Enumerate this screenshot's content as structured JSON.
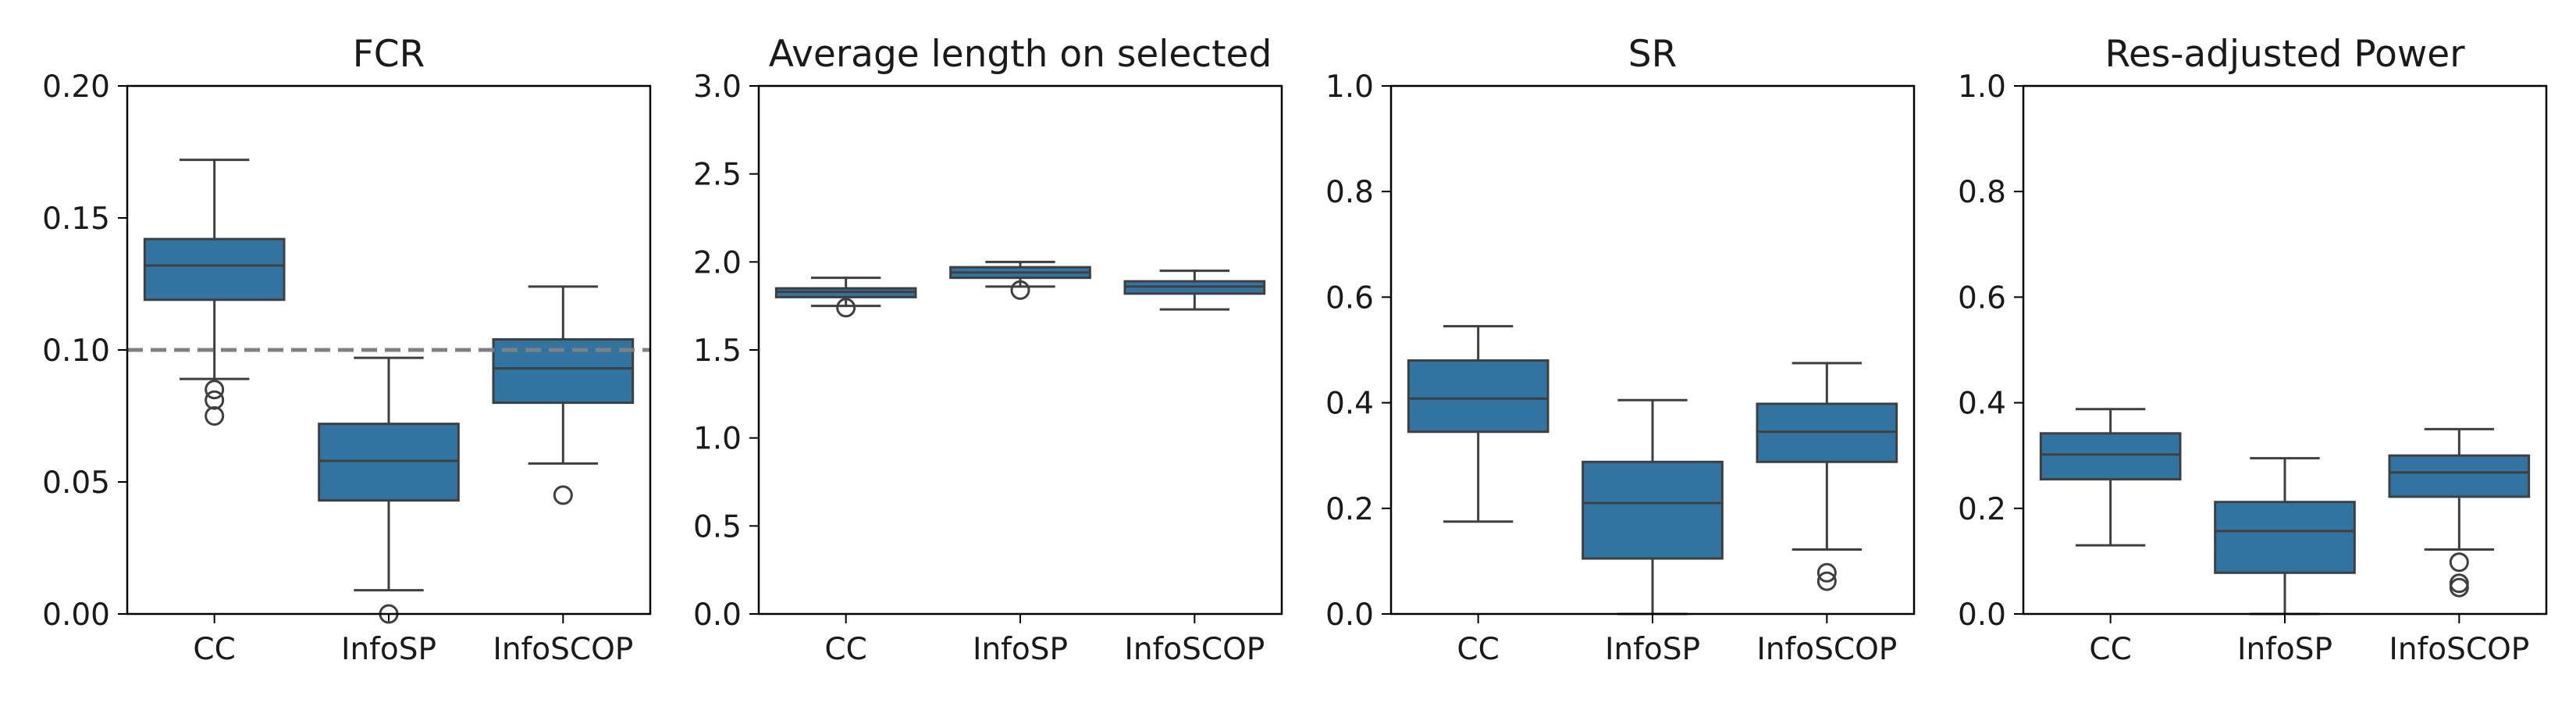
{
  "colors": {
    "box_fill": "#3274a1",
    "box_edge": "#3f3f3f",
    "reference_line": "#808080",
    "axes": "#000000"
  },
  "chart_data": [
    {
      "type": "box",
      "title": "FCR",
      "categories": [
        "CC",
        "InfoSP",
        "InfoSCOP"
      ],
      "ylim": [
        0,
        0.2
      ],
      "yticks": [
        "0.00",
        "0.05",
        "0.10",
        "0.15",
        "0.20"
      ],
      "grid": false,
      "reference_line": 0.1,
      "boxes": [
        {
          "category": "CC",
          "whisker_low": 0.089,
          "q1": 0.119,
          "median": 0.132,
          "q3": 0.142,
          "whisker_high": 0.172,
          "outliers": [
            0.085,
            0.081,
            0.075
          ]
        },
        {
          "category": "InfoSP",
          "whisker_low": 0.009,
          "q1": 0.043,
          "median": 0.058,
          "q3": 0.072,
          "whisker_high": 0.097,
          "outliers": [
            0.0
          ]
        },
        {
          "category": "InfoSCOP",
          "whisker_low": 0.057,
          "q1": 0.08,
          "median": 0.093,
          "q3": 0.104,
          "whisker_high": 0.124,
          "outliers": [
            0.045
          ]
        }
      ]
    },
    {
      "type": "box",
      "title": "Average length on selected",
      "categories": [
        "CC",
        "InfoSP",
        "InfoSCOP"
      ],
      "ylim": [
        0,
        3.0
      ],
      "yticks": [
        "0.0",
        "0.5",
        "1.0",
        "1.5",
        "2.0",
        "2.5",
        "3.0"
      ],
      "grid": false,
      "boxes": [
        {
          "category": "CC",
          "whisker_low": 1.75,
          "q1": 1.8,
          "median": 1.83,
          "q3": 1.85,
          "whisker_high": 1.91,
          "outliers": [
            1.74
          ]
        },
        {
          "category": "InfoSP",
          "whisker_low": 1.86,
          "q1": 1.91,
          "median": 1.94,
          "q3": 1.97,
          "whisker_high": 2.0,
          "outliers": [
            1.84
          ]
        },
        {
          "category": "InfoSCOP",
          "whisker_low": 1.73,
          "q1": 1.82,
          "median": 1.86,
          "q3": 1.89,
          "whisker_high": 1.95,
          "outliers": []
        }
      ]
    },
    {
      "type": "box",
      "title": "SR",
      "categories": [
        "CC",
        "InfoSP",
        "InfoSCOP"
      ],
      "ylim": [
        0,
        1.0
      ],
      "yticks": [
        "0.0",
        "0.2",
        "0.4",
        "0.6",
        "0.8",
        "1.0"
      ],
      "grid": false,
      "boxes": [
        {
          "category": "CC",
          "whisker_low": 0.175,
          "q1": 0.345,
          "median": 0.408,
          "q3": 0.48,
          "whisker_high": 0.545,
          "outliers": []
        },
        {
          "category": "InfoSP",
          "whisker_low": 0.0,
          "q1": 0.105,
          "median": 0.21,
          "q3": 0.288,
          "whisker_high": 0.405,
          "outliers": []
        },
        {
          "category": "InfoSCOP",
          "whisker_low": 0.122,
          "q1": 0.288,
          "median": 0.345,
          "q3": 0.398,
          "whisker_high": 0.475,
          "outliers": [
            0.078,
            0.062
          ]
        }
      ]
    },
    {
      "type": "box",
      "title": "Res-adjusted Power",
      "categories": [
        "CC",
        "InfoSP",
        "InfoSCOP"
      ],
      "ylim": [
        0,
        1.0
      ],
      "yticks": [
        "0.0",
        "0.2",
        "0.4",
        "0.6",
        "0.8",
        "1.0"
      ],
      "grid": false,
      "boxes": [
        {
          "category": "CC",
          "whisker_low": 0.13,
          "q1": 0.255,
          "median": 0.302,
          "q3": 0.342,
          "whisker_high": 0.388,
          "outliers": []
        },
        {
          "category": "InfoSP",
          "whisker_low": 0.0,
          "q1": 0.078,
          "median": 0.157,
          "q3": 0.212,
          "whisker_high": 0.295,
          "outliers": []
        },
        {
          "category": "InfoSCOP",
          "whisker_low": 0.122,
          "q1": 0.222,
          "median": 0.268,
          "q3": 0.3,
          "whisker_high": 0.35,
          "outliers": [
            0.098,
            0.058,
            0.05
          ]
        }
      ]
    }
  ]
}
